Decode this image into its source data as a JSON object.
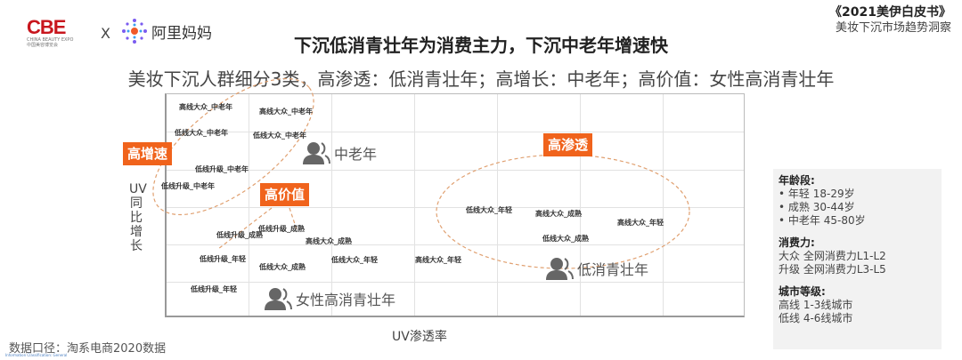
{
  "header": {
    "cbe_logo": {
      "mark": "CBE",
      "sub_en": "CHINA BEAUTY EXPO",
      "sub_cn": "中国美容博览会"
    },
    "separator": "X",
    "alimama_logo": {
      "text": "阿里妈妈"
    },
    "title": "下沉低消青壮年为消费主力，下沉中老年增速快",
    "subtitle": "美妆下沉人群细分3类，高渗透：低消青壮年；高增长：中老年；高价值：女性高消青壮年",
    "report_title": "《2021美伊白皮书》",
    "report_subtitle": "美妆下沉市场趋势洞察"
  },
  "chart": {
    "y_axis_label": "UV同比增长",
    "x_axis_label": "UV渗透率",
    "points": [
      "高线大众_中老年",
      "高线大众_中老年",
      "低线大众_中老年",
      "低线大众_中老年",
      "低线升级_中老年",
      "低线升级_中老年",
      "低线升级_成熟",
      "低线升级_成熟",
      "高线大众_成熟",
      "低线升级_年轻",
      "低线大众_成熟",
      "低线大众_年轻",
      "高线大众_年轻",
      "低线升级_年轻",
      "低线大众_年轻",
      "高线大众_成熟",
      "低线大众_成熟",
      "高线大众_年轻"
    ],
    "badges": {
      "growth": "高增速",
      "value": "高价值",
      "penetration": "高渗透"
    },
    "personas": {
      "middle_old": "中老年",
      "female_high": "女性高消青壮年",
      "low_young": "低消青壮年"
    },
    "accent_color": "#f0631c"
  },
  "legend": {
    "age_title": "年龄段:",
    "age_items": [
      "年轻 18-29岁",
      "成熟 30-44岁",
      "中老年 45-80岁"
    ],
    "spend_title": "消费力:",
    "spend_items": [
      "大众 全网消费力L1-L2",
      "升级 全网消费力L3-L5"
    ],
    "city_title": "城市等级:",
    "city_items": [
      "高线 1-3线城市",
      "低线 4-6线城市"
    ]
  },
  "footer": {
    "source": "数据口径：淘系电商2020数据",
    "classification": "Information Classification: General"
  }
}
